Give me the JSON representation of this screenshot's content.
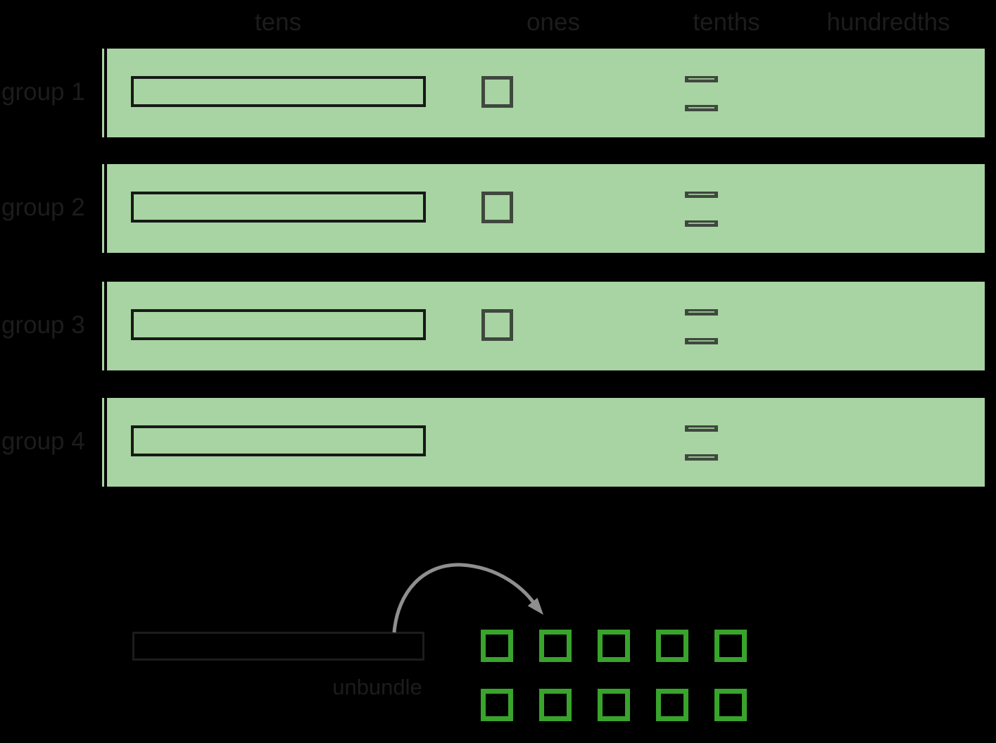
{
  "columns": [
    {
      "label": "tens"
    },
    {
      "label": "ones"
    },
    {
      "label": "tenths"
    },
    {
      "label": "hundredths"
    }
  ],
  "groups": [
    {
      "label": "group 1",
      "tens": 1,
      "ones": 1,
      "tenths": 2,
      "hundredths": 0
    },
    {
      "label": "group 2",
      "tens": 1,
      "ones": 1,
      "tenths": 2,
      "hundredths": 0
    },
    {
      "label": "group 3",
      "tens": 1,
      "ones": 1,
      "tenths": 2,
      "hundredths": 0
    },
    {
      "label": "group 4",
      "tens": 1,
      "ones": 0,
      "tenths": 2,
      "hundredths": 0
    }
  ],
  "unbundle": {
    "label": "unbundle",
    "rods": 1,
    "squares": 10
  },
  "colors": {
    "background": "#000000",
    "band_green": "#a8d3a2",
    "bright_green": "#38a42c",
    "dark_stroke": "#3e483e",
    "rod_stroke": "#161a16",
    "arrow_gray": "#8f8f8f",
    "text": "#1c1c1c"
  }
}
